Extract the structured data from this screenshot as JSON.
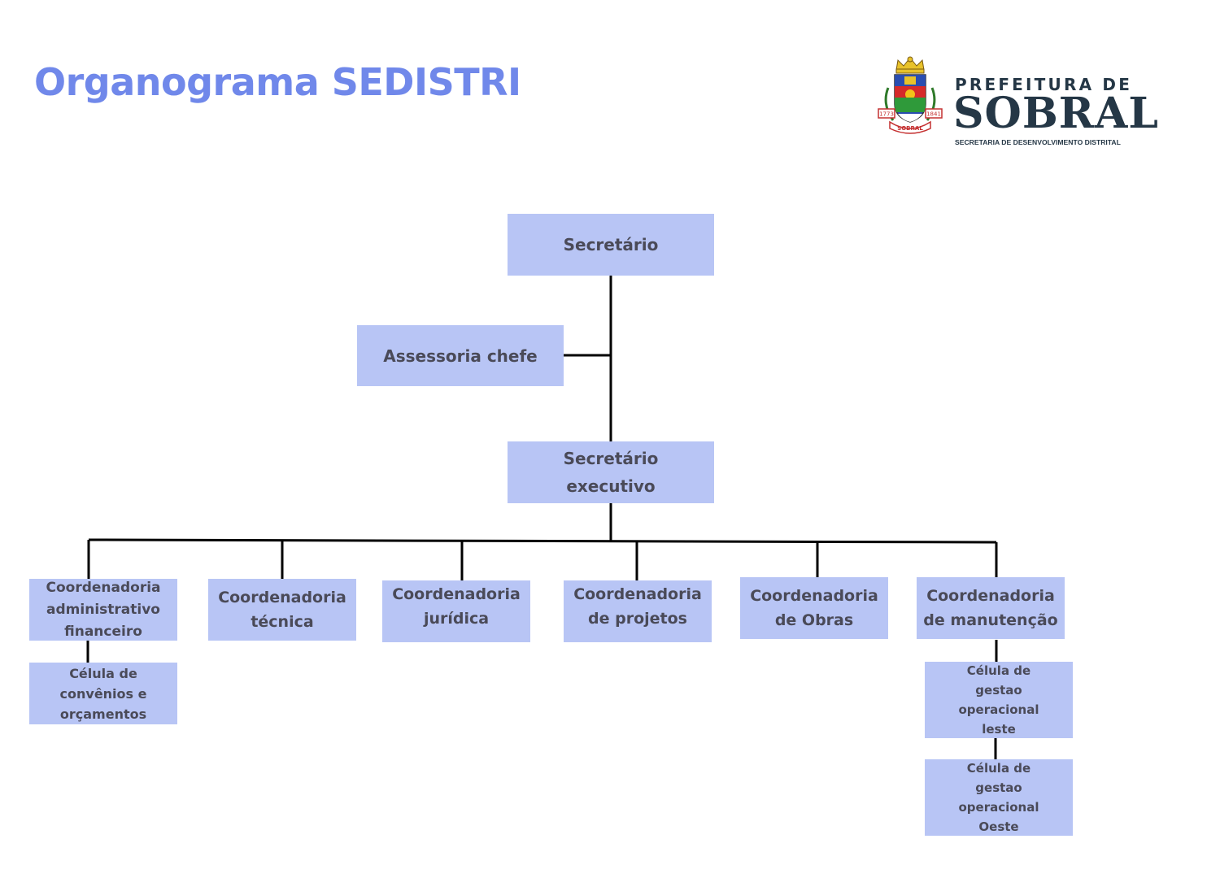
{
  "header": {
    "title": "Organograma SEDISTRI"
  },
  "logo": {
    "icon": "sobral-coat-of-arms-icon",
    "line1": "PREFEITURA DE",
    "line2": "SOBRAL",
    "line3": "SECRETARIA DE DESENVOLVIMENTO DISTRITAL",
    "crest_banner": "SOBRAL",
    "crest_year_left": "1773",
    "crest_year_right": "1841"
  },
  "colors": {
    "title": "#7088ea",
    "box_fill": "#b8c5f5",
    "box_text": "#4a4a58",
    "connector": "#000000",
    "logo_text": "#253746"
  },
  "org": {
    "secretario": "Secretário",
    "assessoria": "Assessoria chefe",
    "secretario_executivo": "Secretário\nexecutivo",
    "coordenadorias": [
      {
        "label": "Coordenadoria\nadministrativo\nfinanceiro"
      },
      {
        "label": "Coordenadoria\ntécnica"
      },
      {
        "label": "Coordenadoria\njurídica"
      },
      {
        "label": "Coordenadoria\nde projetos"
      },
      {
        "label": "Coordenadoria\nde Obras"
      },
      {
        "label": "Coordenadoria\nde manutenção"
      }
    ],
    "celulas": [
      {
        "label": "Célula de\nconvênios e\norçamentos"
      },
      {
        "label": "Célula de\ngestao\noperacional\nleste"
      },
      {
        "label": "Célula de\ngestao\noperacional\nOeste"
      }
    ]
  }
}
